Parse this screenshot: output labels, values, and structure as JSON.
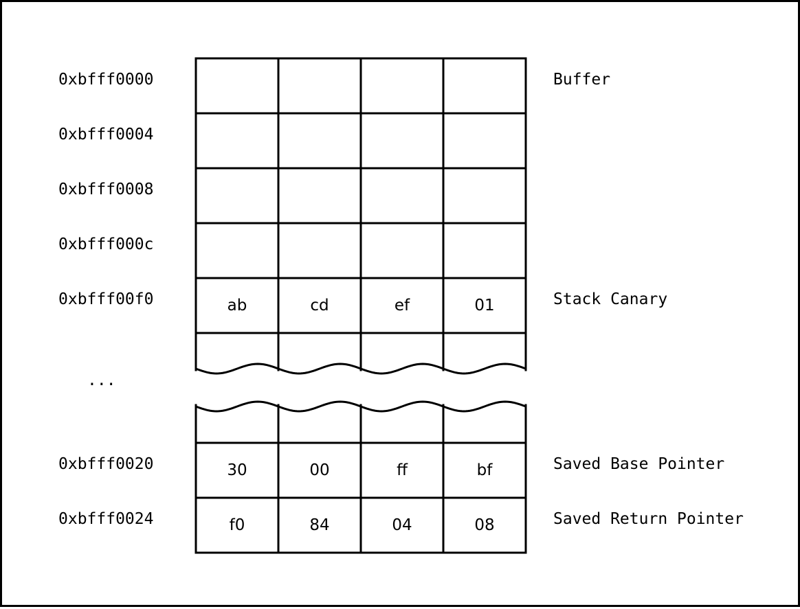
{
  "rows": [
    {
      "address": "0xbfff0000",
      "label": "Buffer",
      "bytes": [
        "",
        "",
        "",
        ""
      ]
    },
    {
      "address": "0xbfff0004",
      "label": "",
      "bytes": [
        "",
        "",
        "",
        ""
      ]
    },
    {
      "address": "0xbfff0008",
      "label": "",
      "bytes": [
        "",
        "",
        "",
        ""
      ]
    },
    {
      "address": "0xbfff000c",
      "label": "",
      "bytes": [
        "",
        "",
        "",
        ""
      ]
    },
    {
      "address": "0xbfff00f0",
      "label": "Stack Canary",
      "bytes": [
        "ab",
        "cd",
        "ef",
        "01"
      ]
    },
    {
      "address": "0xbfff0020",
      "label": "Saved Base Pointer",
      "bytes": [
        "30",
        "00",
        "ff",
        "bf"
      ]
    },
    {
      "address": "0xbfff0024",
      "label": "Saved Return Pointer",
      "bytes": [
        "f0",
        "84",
        "04",
        "08"
      ]
    }
  ],
  "ellipsis": "...",
  "colors": {
    "stroke": "#000000",
    "background": "#ffffff"
  }
}
